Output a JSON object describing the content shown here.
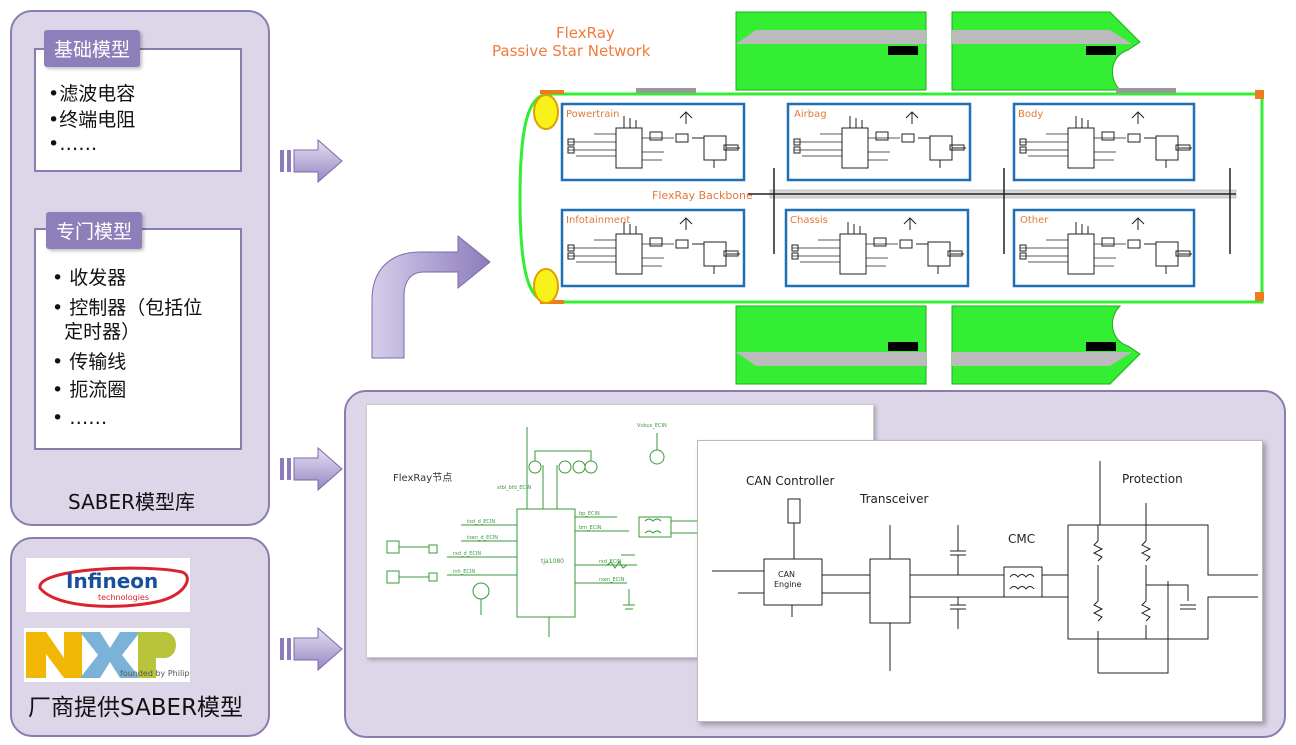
{
  "model_library": {
    "caption": "SABER模型库",
    "basic": {
      "title": "基础模型",
      "items": [
        "•滤波电容",
        "•终端电阻",
        "•……"
      ]
    },
    "special": {
      "title": "专门模型",
      "items": [
        "• 收发器",
        "• 控制器（包括位",
        "  定时器）",
        "• 传输线",
        "• 扼流圈",
        "• ……"
      ]
    }
  },
  "vendor": {
    "caption": "厂商提供SABER模型",
    "infineon": {
      "name": "Infineon",
      "sub": "technologies"
    },
    "nxp": {
      "name": "NXP",
      "sub": "founded by Philips"
    }
  },
  "network": {
    "title_line1": "FlexRay",
    "title_line2": "Passive Star Network",
    "backbone": "FlexRay Backbone",
    "ecus": [
      "Powertrain",
      "Airbag",
      "Body",
      "Infotainment",
      "Chassis",
      "Other"
    ]
  },
  "flexray_node": {
    "title": "FlexRay节点",
    "chip": "tja1080"
  },
  "can_node": {
    "labels": [
      "CAN Controller",
      "Transceiver",
      "CMC",
      "Protection"
    ],
    "engine_line1": "CAN",
    "engine_line2": "Engine"
  },
  "colors": {
    "panel": "#dcd6e8",
    "panel_border": "#8a7cae",
    "tab": "#8e7fba",
    "car_green": "#33ee33",
    "ecu_border": "#1f6fb5",
    "label_orange": "#e07a3a",
    "schematic_green": "#3a9a3a"
  }
}
